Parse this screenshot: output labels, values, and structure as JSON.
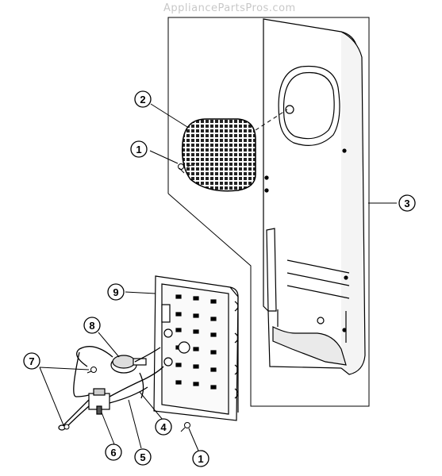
{
  "watermark": "AppliancePartsPros.com",
  "callouts": [
    {
      "id": "c1a",
      "label": "1"
    },
    {
      "id": "c2",
      "label": "2"
    },
    {
      "id": "c3",
      "label": "3"
    },
    {
      "id": "c9",
      "label": "9"
    },
    {
      "id": "c8",
      "label": "8"
    },
    {
      "id": "c7",
      "label": "7"
    },
    {
      "id": "c4",
      "label": "4"
    },
    {
      "id": "c6",
      "label": "6"
    },
    {
      "id": "c5",
      "label": "5"
    },
    {
      "id": "c1b",
      "label": "1"
    }
  ]
}
